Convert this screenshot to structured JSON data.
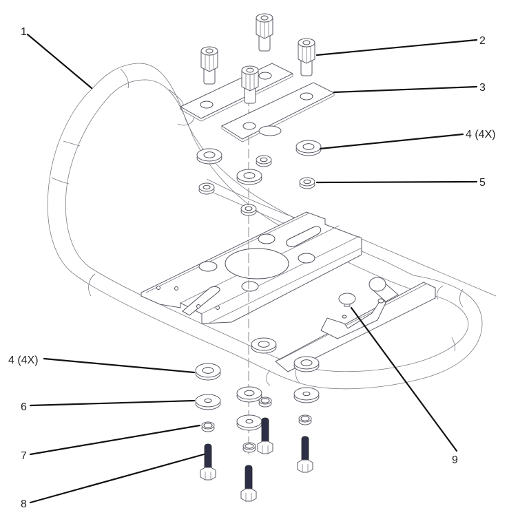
{
  "diagram": {
    "type": "exploded-parts-view",
    "subject": "tubular frame rack with mounting plate and hardware",
    "colors": {
      "line": "#5a5a66",
      "leader": "#111111",
      "bolt": "#2c2f45",
      "background": "#ffffff"
    },
    "callouts": [
      {
        "id": "c1",
        "text": "1",
        "part": "tubular-frame"
      },
      {
        "id": "c2",
        "text": "2",
        "part": "hex-standoff"
      },
      {
        "id": "c3",
        "text": "3",
        "part": "mounting-strap-plate"
      },
      {
        "id": "c4a",
        "text": "4 (4X)",
        "part": "rubber-grommet-top"
      },
      {
        "id": "c5",
        "text": "5",
        "part": "small-spacer-washer"
      },
      {
        "id": "c4b",
        "text": "4 (4X)",
        "part": "rubber-grommet-bottom"
      },
      {
        "id": "c6",
        "text": "6",
        "part": "flat-fender-washer"
      },
      {
        "id": "c7",
        "text": "7",
        "part": "lock-washer"
      },
      {
        "id": "c8",
        "text": "8",
        "part": "hex-bolt"
      },
      {
        "id": "c9",
        "text": "9",
        "part": "latch-knob"
      }
    ]
  }
}
